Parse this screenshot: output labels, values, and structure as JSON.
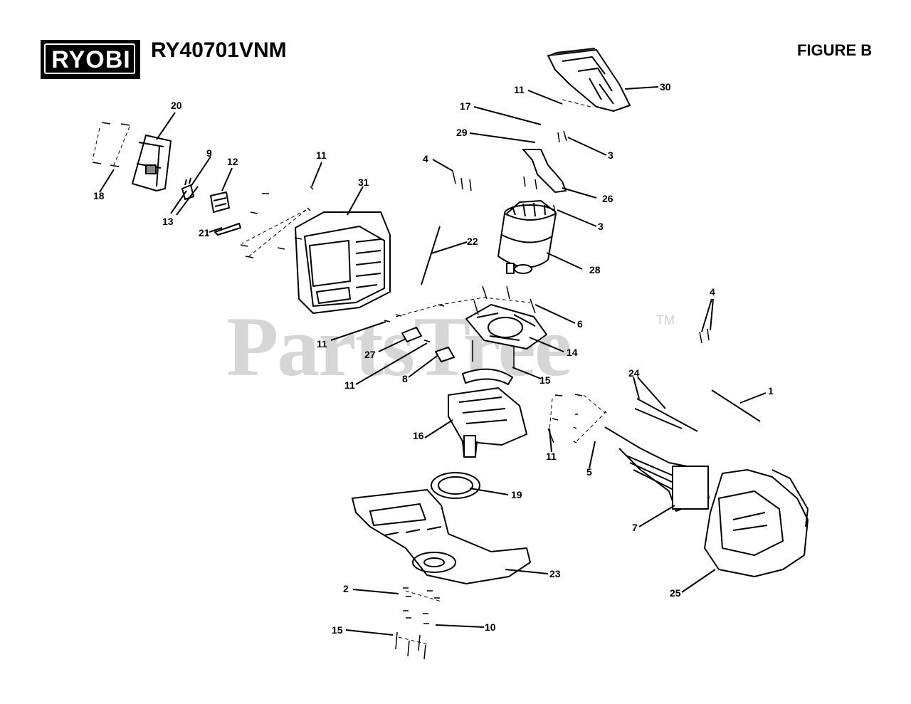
{
  "header": {
    "brand": "RYOBI",
    "model": "RY40701VNM",
    "figure": "FIGURE B"
  },
  "watermark": {
    "text": "PartsTree",
    "tm": "TM"
  },
  "callouts": [
    {
      "id": "c30",
      "label": "30"
    },
    {
      "id": "c11a",
      "label": "11"
    },
    {
      "id": "c17",
      "label": "17"
    },
    {
      "id": "c29",
      "label": "29"
    },
    {
      "id": "c3a",
      "label": "3"
    },
    {
      "id": "c4a",
      "label": "4"
    },
    {
      "id": "c26",
      "label": "26"
    },
    {
      "id": "c3b",
      "label": "3"
    },
    {
      "id": "c28",
      "label": "28"
    },
    {
      "id": "c22",
      "label": "22"
    },
    {
      "id": "c20",
      "label": "20"
    },
    {
      "id": "c9",
      "label": "9"
    },
    {
      "id": "c12",
      "label": "12"
    },
    {
      "id": "c18",
      "label": "18"
    },
    {
      "id": "c13",
      "label": "13"
    },
    {
      "id": "c21",
      "label": "21"
    },
    {
      "id": "c11b",
      "label": "11"
    },
    {
      "id": "c31",
      "label": "31"
    },
    {
      "id": "c6",
      "label": "6"
    },
    {
      "id": "c14",
      "label": "14"
    },
    {
      "id": "c11c",
      "label": "11"
    },
    {
      "id": "c27",
      "label": "27"
    },
    {
      "id": "c11d",
      "label": "11"
    },
    {
      "id": "c8",
      "label": "8"
    },
    {
      "id": "c15a",
      "label": "15"
    },
    {
      "id": "c16",
      "label": "16"
    },
    {
      "id": "c4b",
      "label": "4"
    },
    {
      "id": "c24",
      "label": "24"
    },
    {
      "id": "c1",
      "label": "1"
    },
    {
      "id": "c11e",
      "label": "11"
    },
    {
      "id": "c5",
      "label": "5"
    },
    {
      "id": "c19",
      "label": "19"
    },
    {
      "id": "c7",
      "label": "7"
    },
    {
      "id": "c23",
      "label": "23"
    },
    {
      "id": "c25",
      "label": "25"
    },
    {
      "id": "c2",
      "label": "2"
    },
    {
      "id": "c10",
      "label": "10"
    },
    {
      "id": "c15b",
      "label": "15"
    }
  ]
}
